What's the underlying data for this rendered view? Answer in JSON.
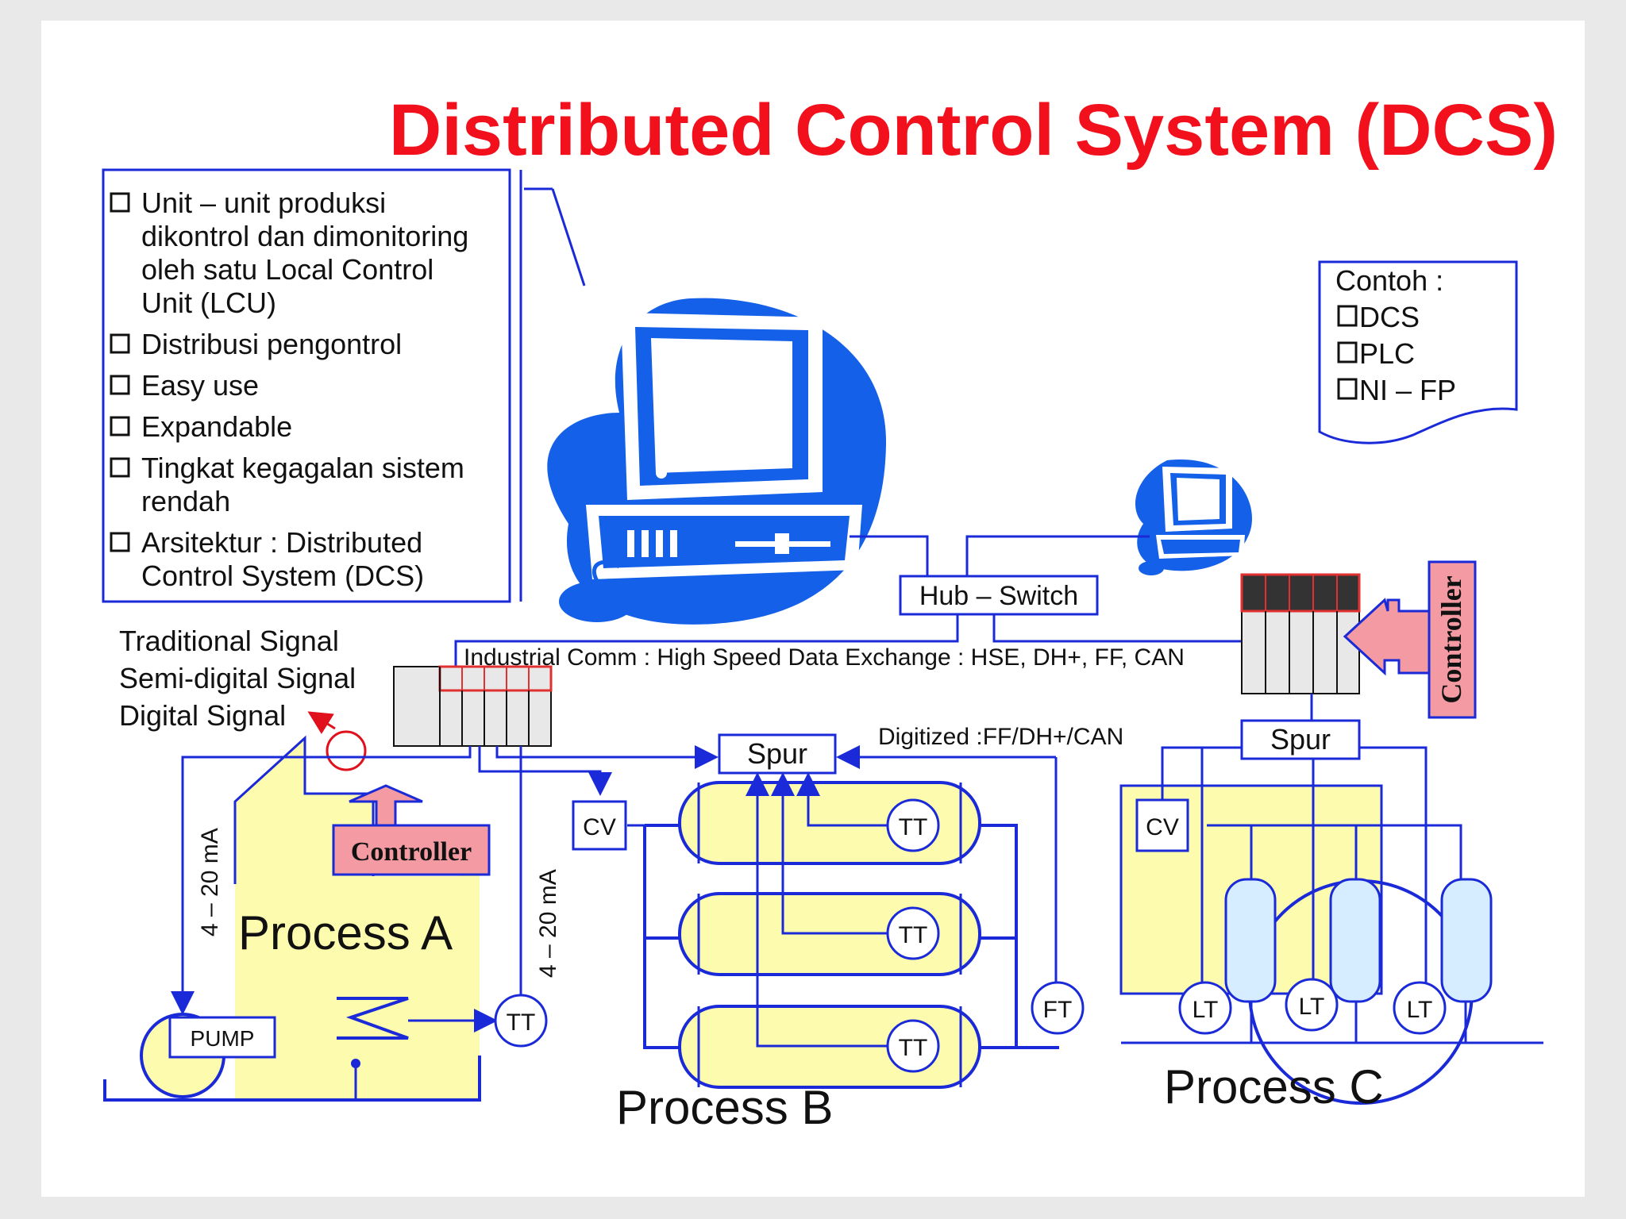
{
  "title": "Distributed Control System (DCS)",
  "colors": {
    "title": "#f2101d",
    "blue": "#1560e8",
    "line": "#1a2ad8",
    "yellow": "#fdfbad",
    "controller_pink": "#f39aa2",
    "tank_blue": "#d6ecff"
  },
  "features": {
    "items": [
      [
        "Unit – unit  produksi",
        "dikontrol dan dimonitoring",
        "oleh satu Local Control",
        "Unit (LCU)"
      ],
      [
        "Distribusi pengontrol"
      ],
      [
        "Easy use"
      ],
      [
        "Expandable"
      ],
      [
        "Tingkat kegagalan sistem",
        "rendah"
      ],
      [
        "Arsitektur : Distributed",
        "Control System (DCS)"
      ]
    ]
  },
  "contoh": {
    "heading": "Contoh :",
    "items": [
      "DCS",
      "PLC",
      "NI – FP"
    ]
  },
  "signals": [
    "Traditional Signal",
    "Semi-digital Signal",
    "Digital Signal"
  ],
  "hub_label": "Hub – Switch",
  "bus_label": "Industrial Comm : High Speed Data Exchange : HSE, DH+, FF, CAN",
  "digitized_label": "Digitized :FF/DH+/CAN",
  "spur_label": "Spur",
  "controller_label": "Controller",
  "current_label": "4 – 20 mA",
  "instruments": {
    "tt": "TT",
    "ft": "FT",
    "lt": "LT",
    "cv": "CV",
    "pump": "PUMP"
  },
  "process": {
    "a": "Process A",
    "b": "Process B",
    "c": "Process C"
  }
}
